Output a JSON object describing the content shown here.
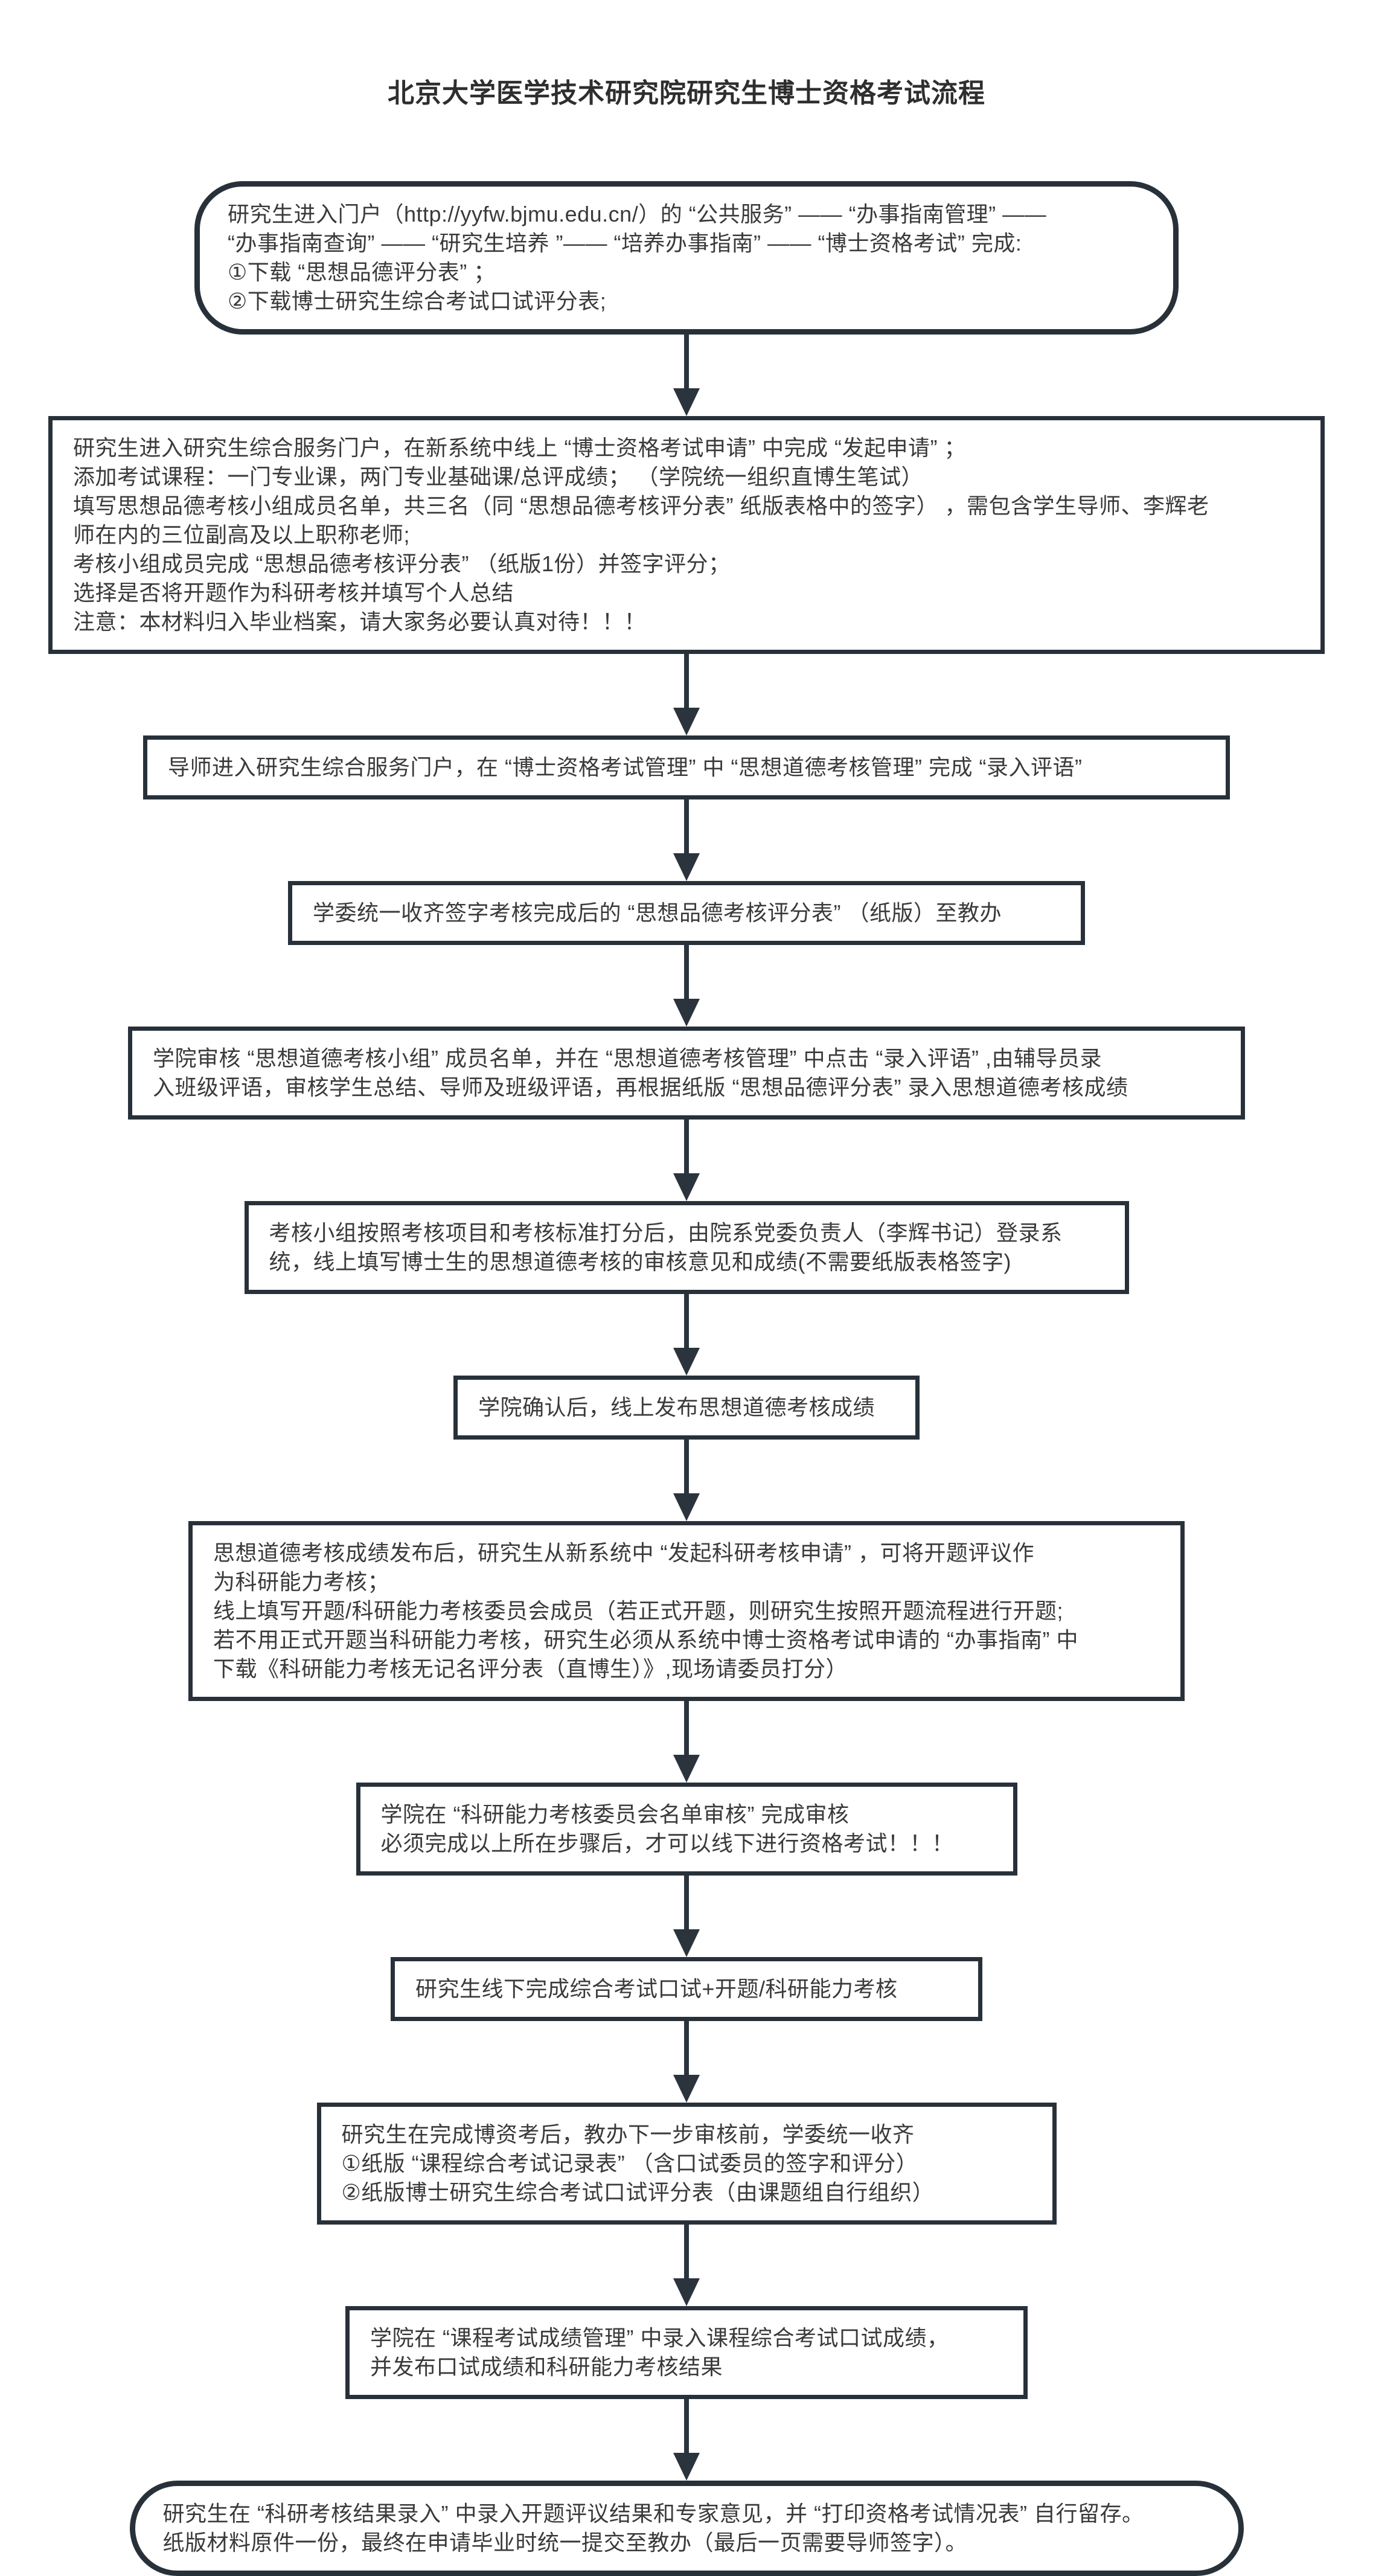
{
  "title": "北京大学医学技术研究院研究生博士资格考试流程",
  "colors": {
    "border": "#28313a",
    "arrow": "#2b343d",
    "text": "#3a3a3a",
    "background": "#ffffff"
  },
  "flow": {
    "nodes": [
      {
        "id": "start",
        "shape": "rounded",
        "lines": [
          "研究生进入门户（http://yyfw.bjmu.edu.cn/）的 “公共服务” —— “办事指南管理” ——",
          "“办事指南查询” —— “研究生培养 ”—— “培养办事指南” —— “博士资格考试” 完成:",
          "①下载 “思想品德评分表” ；",
          "②下载博士研究生综合考试口试评分表;"
        ]
      },
      {
        "id": "online-application",
        "shape": "rect",
        "lines": [
          "研究生进入研究生综合服务门户，在新系统中线上 “博士资格考试申请” 中完成 “发起申请” ；",
          "添加考试课程：一门专业课，两门专业基础课/总评成绩； （学院统一组织直博生笔试）",
          "填写思想品德考核小组成员名单，共三名（同 “思想品德考核评分表” 纸版表格中的签字） ，需包含学生导师、李辉老",
          "师在内的三位副高及以上职称老师;",
          "考核小组成员完成 “思想品德考核评分表” （纸版1份）并签字评分；",
          "选择是否将开题作为科研考核并填写个人总结",
          "注意：本材料归入毕业档案，请大家务必要认真对待！！！"
        ]
      },
      {
        "id": "supervisor-comments",
        "shape": "rect",
        "lines": [
          "导师进入研究生综合服务门户，在 “博士资格考试管理” 中 “思想道德考核管理” 完成 “录入评语”"
        ]
      },
      {
        "id": "collect-score-sheets",
        "shape": "rect",
        "lines": [
          "学委统一收齐签字考核完成后的 “思想品德考核评分表” （纸版）至教办"
        ]
      },
      {
        "id": "college-review",
        "shape": "rect",
        "lines": [
          "学院审核 “思想道德考核小组” 成员名单，并在 “思想道德考核管理” 中点击 “录入评语” ,由辅导员录",
          "入班级评语，审核学生总结、导师及班级评语，再根据纸版 “思想品德评分表” 录入思想道德考核成绩"
        ]
      },
      {
        "id": "assessment-group-scoring",
        "shape": "rect",
        "lines": [
          "考核小组按照考核项目和考核标准打分后，由院系党委负责人（李辉书记）登录系",
          "统，线上填写博士生的思想道德考核的审核意见和成绩(不需要纸版表格签字)"
        ]
      },
      {
        "id": "publish-moral-scores",
        "shape": "rect",
        "lines": [
          "学院确认后，线上发布思想道德考核成绩"
        ]
      },
      {
        "id": "research-assessment-application",
        "shape": "rect",
        "lines": [
          "思想道德考核成绩发布后，研究生从新系统中 “发起科研考核申请” ，可将开题评议作",
          "为科研能力考核；",
          "线上填写开题/科研能力考核委员会成员（若正式开题，则研究生按照开题流程进行开题;",
          "若不用正式开题当科研能力考核，研究生必须从系统中博士资格考试申请的 “办事指南” 中",
          "下载《科研能力考核无记名评分表（直博生）》,现场请委员打分）"
        ]
      },
      {
        "id": "committee-list-review",
        "shape": "rect",
        "lines": [
          "学院在 “科研能力考核委员会名单审核” 完成审核",
          "必须完成以上所在步骤后，才可以线下进行资格考试！！！"
        ]
      },
      {
        "id": "offline-exam",
        "shape": "rect",
        "lines": [
          "研究生线下完成综合考试口试+开题/科研能力考核"
        ]
      },
      {
        "id": "collect-paper-forms",
        "shape": "rect",
        "lines": [
          "研究生在完成博资考后，教办下一步审核前，学委统一收齐",
          "①纸版 “课程综合考试记录表” （含口试委员的签字和评分）",
          "②纸版博士研究生综合考试口试评分表（由课题组自行组织）"
        ]
      },
      {
        "id": "enter-oral-scores",
        "shape": "rect",
        "lines": [
          "学院在 “课程考试成绩管理” 中录入课程综合考试口试成绩，",
          "并发布口试成绩和科研能力考核结果"
        ]
      },
      {
        "id": "final-result-entry",
        "shape": "rounded",
        "lines": [
          "研究生在 “科研考核结果录入” 中录入开题评议结果和专家意见，并 “打印资格考试情况表” 自行留存。",
          "纸版材料原件一份，最终在申请毕业时统一提交至教办（最后一页需要导师签字）。"
        ]
      }
    ]
  }
}
